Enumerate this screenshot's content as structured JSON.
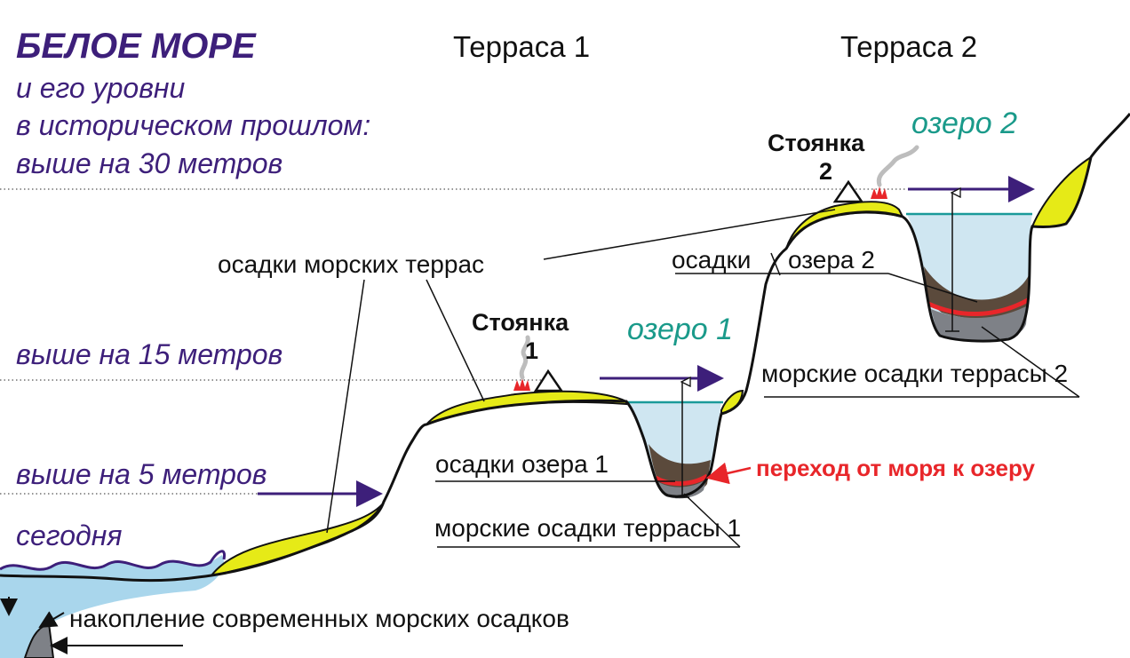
{
  "title": "БЕЛОЕ МОРЕ",
  "subtitle_lines": [
    "и его уровни",
    "в историческом прошлом:",
    "выше на 30 метров"
  ],
  "levels": {
    "m15": "выше на 15 метров",
    "m5": "выше на 5 метров",
    "today": "сегодня"
  },
  "terraces": {
    "t1": "Терраса 1",
    "t2": "Терраса 2"
  },
  "sites": {
    "s1_name": "Стоянка",
    "s1_num": "1",
    "s2_name": "Стоянка",
    "s2_num": "2"
  },
  "lakes": {
    "l1": "озеро 1",
    "l2": "озеро 2"
  },
  "labels": {
    "marine_terrace_sediments": "осадки морских террас",
    "lake2_sediments_a": "осадки",
    "lake2_sediments_b": "озера 2",
    "marine_sediments_t2": "морские осадки террасы 2",
    "lake1_sediments": "осадки озера 1",
    "transition": "переход от моря к озеру",
    "marine_sediments_t1": "морские осадки террасы 1",
    "modern_accumulation": "накопление современных морских осадков"
  },
  "colors": {
    "title": "#3d1f7a",
    "lake_text": "#1a9a8a",
    "transition_text": "#e8262a",
    "water": "#cfe6f1",
    "sea_water": "#a9d6ec",
    "sediment_yellow": "#e6ea17",
    "sediment_brown": "#5b4a3c",
    "sediment_gray": "#7e8187",
    "red_layer": "#e8262a",
    "arrow_purple": "#3d1f7a"
  }
}
